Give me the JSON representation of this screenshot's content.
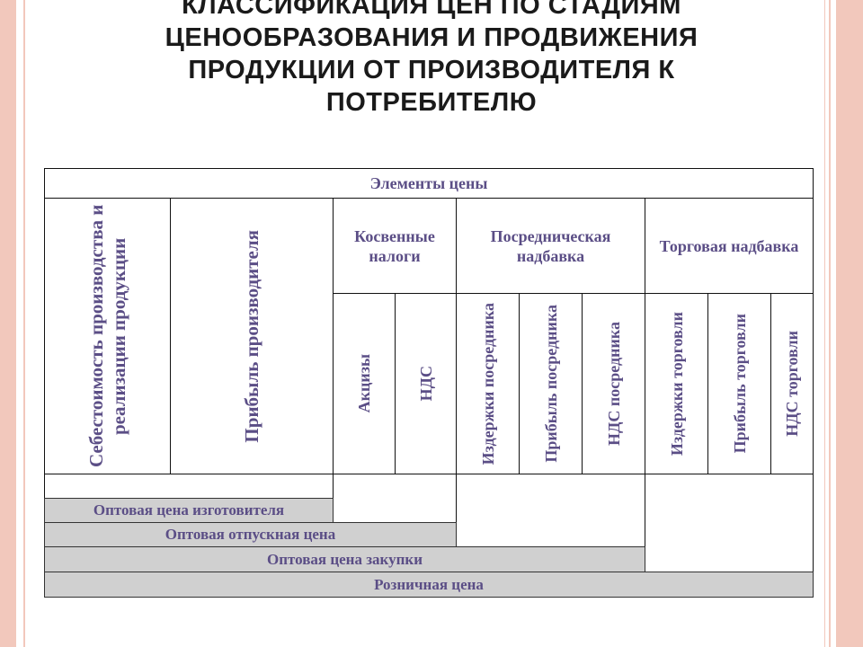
{
  "title": {
    "lines": [
      "КЛАССИФИКАЦИЯ ЦЕН ПО СТАДИЯМ",
      "ЦЕНООБРАЗОВАНИЯ И ПРОДВИЖЕНИЯ",
      "ПРОДУКЦИИ ОТ ПРОИЗВОДИТЕЛЯ К",
      "ПОТРЕБИТЕЛЮ"
    ]
  },
  "table": {
    "header": "Элементы цены",
    "cost": "Себестоимость производства и реализации продукции",
    "profit": "Прибыль производителя",
    "groups": {
      "indirect_taxes": "Косвенные налоги",
      "intermediary_markup": "Посредническая надбавка",
      "trade_markup": "Торговая надбавка"
    },
    "sub": {
      "excise": "Акцизы",
      "vat": "НДС",
      "intermediary_costs": "Издержки посредника",
      "intermediary_profit": "Прибыль посредника",
      "intermediary_vat": "НДС посредника",
      "trade_costs": "Издержки торговли",
      "trade_profit": "Прибыль торговли",
      "trade_vat": "НДС торговли"
    },
    "prices": {
      "manufacturer_wholesale": "Оптовая цена изготовителя",
      "wholesale_release": "Оптовая отпускная цена",
      "wholesale_purchase": "Оптовая цена закупки",
      "retail": "Розничная цена"
    }
  }
}
